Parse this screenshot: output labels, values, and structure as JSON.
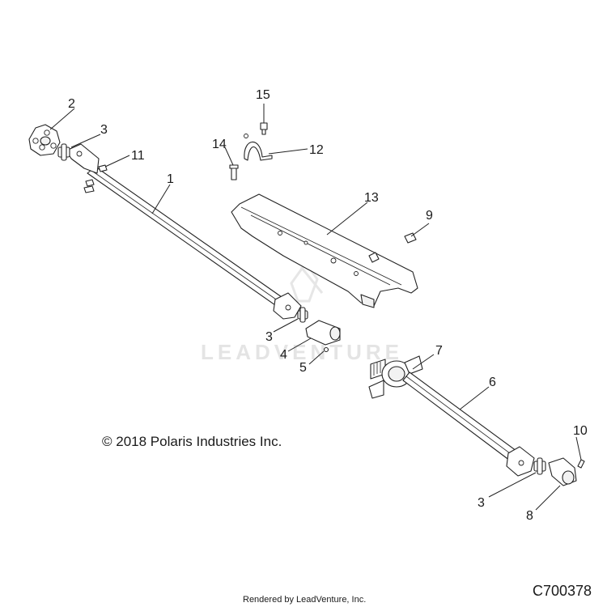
{
  "callouts": {
    "c1": "1",
    "c2": "2",
    "c3a": "3",
    "c3b": "3",
    "c3c": "3",
    "c4": "4",
    "c5": "5",
    "c6": "6",
    "c7": "7",
    "c8": "8",
    "c9": "9",
    "c10": "10",
    "c11": "11",
    "c12": "12",
    "c13": "13",
    "c14": "14",
    "c15": "15"
  },
  "copyright": "© 2018 Polaris Industries Inc.",
  "watermark": "LEADVENTURE",
  "footer": {
    "rendered_by": "Rendered by LeadVenture, Inc.",
    "diagram_code": "C700378"
  }
}
